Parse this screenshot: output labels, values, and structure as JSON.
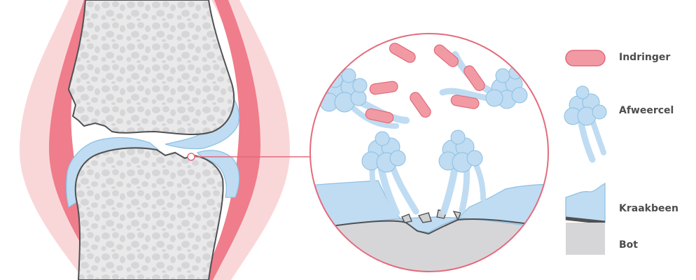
{
  "legend": {
    "invader": "Indringer",
    "immune_cell": "Afweercel",
    "cartilage": "Kraakbeen",
    "bone": "Bot"
  },
  "colors": {
    "capsule_outer": "#f9d7d9",
    "capsule_inner": "#ef7d8b",
    "bone_fill": "#e9e9ea",
    "bone_spots": "#d6d6d8",
    "bone_outline": "#505052",
    "cartilage": "#bfdcf2",
    "cartilage_stroke": "#8cbfe3",
    "invader_fill": "#f29aa4",
    "invader_stroke": "#e06a7a",
    "circle_stroke": "#e46a7c",
    "legend_text": "#4d4d4f"
  },
  "icons": [
    "invader-icon",
    "immune-cell-icon",
    "cartilage-icon",
    "bone-icon"
  ]
}
